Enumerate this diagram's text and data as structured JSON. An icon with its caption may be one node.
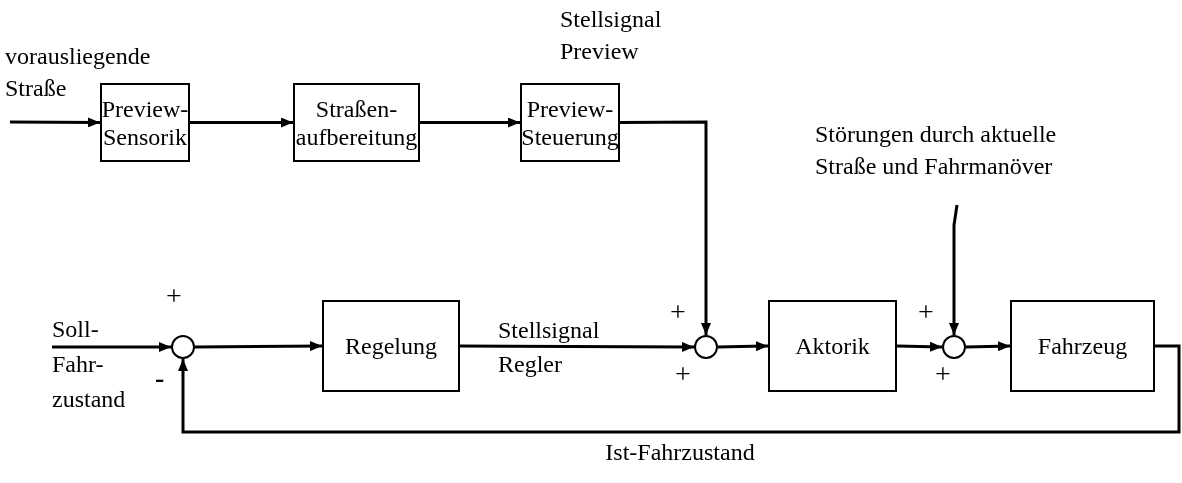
{
  "diagram": {
    "nodes": [
      {
        "text": [
          "Preview- Sensorik"
        ]
      },
      {
        "text": [
          "Straßen- aufbereitung"
        ]
      },
      {
        "text": [
          "Preview- Steuerung"
        ]
      },
      {
        "text": [],
        "shape": "circle"
      },
      {
        "text": [
          "Regelung"
        ]
      },
      {
        "text": [],
        "shape": "circle"
      },
      {
        "text": [
          "Aktorik"
        ]
      },
      {
        "text": [],
        "shape": "circle"
      },
      {
        "text": [
          "Fahrzeug"
        ]
      }
    ],
    "edges": [
      {
        "from": null,
        "to": 0,
        "arrow": "to",
        "label": "vorausliegende Straße"
      },
      {
        "from": 0,
        "to": 1,
        "arrow": "to"
      },
      {
        "from": 1,
        "to": 2,
        "arrow": "to"
      },
      {
        "from": 2,
        "to": 5,
        "arrow": "to",
        "label": "Stellsignal Preview"
      },
      {
        "from": null,
        "to": 3,
        "arrow": "to",
        "label": "Soll- Fahr- zustand"
      },
      {
        "from": 3,
        "to": 4,
        "arrow": "to"
      },
      {
        "from": 4,
        "to": 5,
        "arrow": "to",
        "label": "Stellsignal Regler"
      },
      {
        "from": 5,
        "to": 6,
        "arrow": "to"
      },
      {
        "from": 6,
        "to": 7,
        "arrow": "to"
      },
      {
        "from": null,
        "to": 7,
        "arrow": "to",
        "label": "Störungen durch aktuelle Straße und Fahrmanöver"
      },
      {
        "from": 7,
        "to": 8,
        "arrow": "to"
      },
      {
        "from": 8,
        "to": 3,
        "arrow": "to",
        "label": "Ist-Fahrzustand"
      }
    ],
    "labels": [
      "+",
      "-",
      "+",
      "+",
      "+",
      "+"
    ]
  }
}
